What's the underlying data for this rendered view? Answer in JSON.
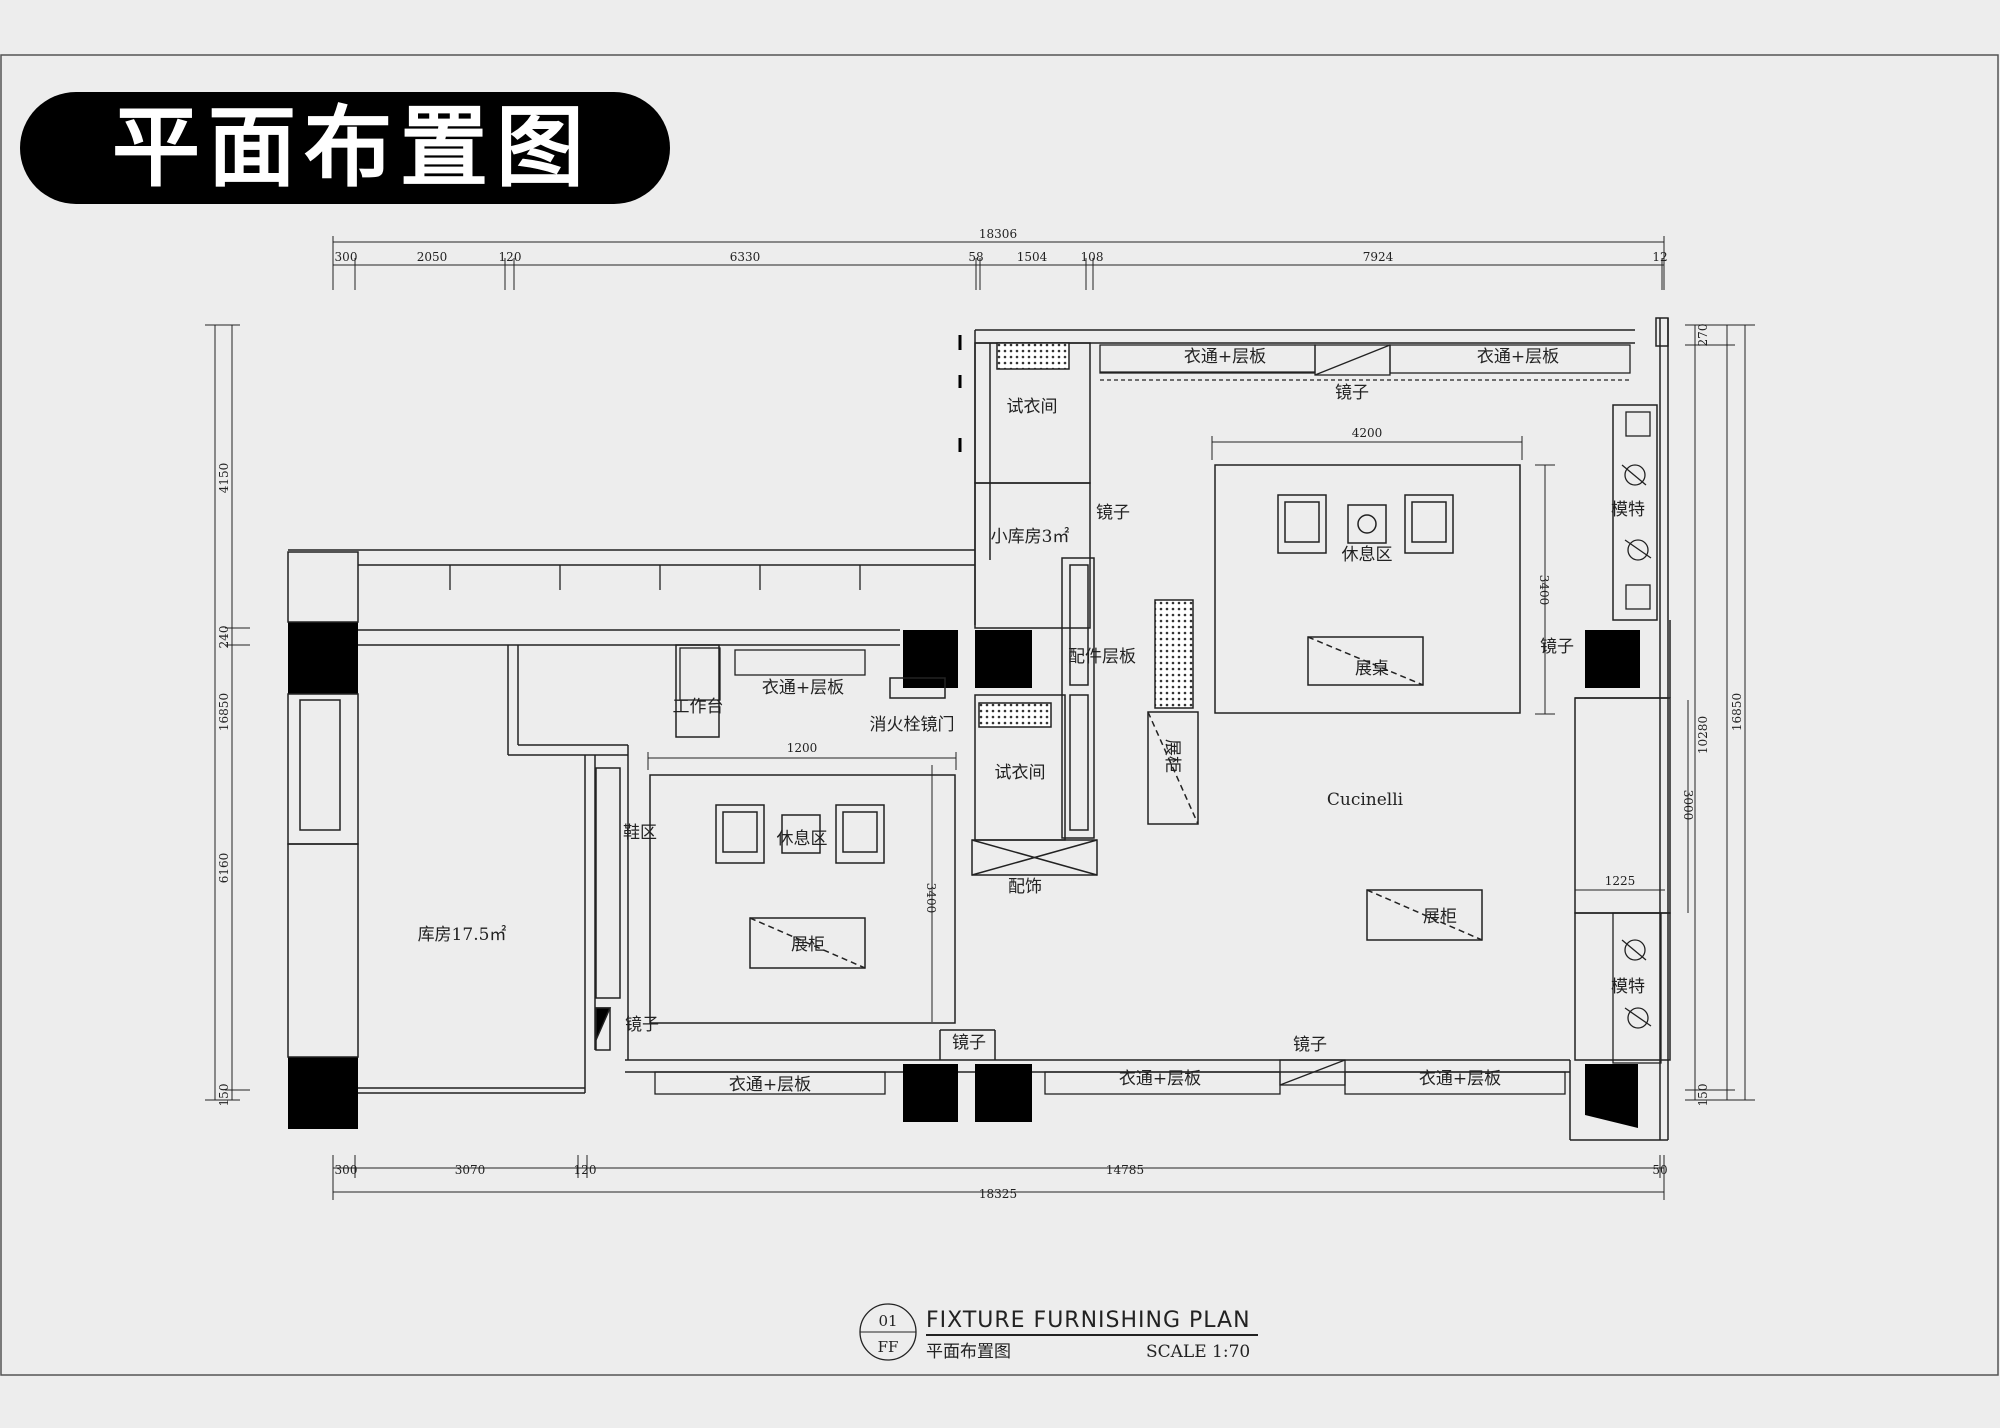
{
  "title": "平面布置图",
  "dimensions": {
    "top_total": "18306",
    "top_segments": [
      "300",
      "2050",
      "120",
      "6330",
      "58",
      "1504",
      "108",
      "7924",
      "12"
    ],
    "bottom_total": "18325",
    "bottom_segments": [
      "300",
      "3070",
      "120",
      "14785",
      "50"
    ],
    "left_total": "16850",
    "left_segments": [
      "4150",
      "240",
      "6160",
      "150"
    ],
    "right_total": "16850",
    "right_segments": [
      "270",
      "10280",
      "150"
    ],
    "lounge_right_width": "4200",
    "lounge_right_height": "3400",
    "lounge_left_width": "1200",
    "lounge_left_height": "3400",
    "column_width": "1225",
    "column_height": "3000"
  },
  "rooms": {
    "fitting_room_top": "试衣间",
    "small_storage": "小库房3㎡",
    "fitting_room_bottom": "试衣间",
    "accessories": "配饰",
    "work_table": "工作台",
    "hydrant_door": "消火栓镜门",
    "shoe_area": "鞋区",
    "storage_main": "库房17.5㎡",
    "lounge_left": "休息区",
    "lounge_right": "休息区",
    "brand": "Cucinelli"
  },
  "fixtures": {
    "rail_shelf_top_1": "衣通+层板",
    "rail_shelf_top_2": "衣通+层板",
    "rail_shelf_mid": "衣通+层板",
    "rail_shelf_bottom_1": "衣通+层板",
    "rail_shelf_bottom_2": "衣通+层板",
    "rail_shelf_bottom_3": "衣通+层板",
    "accessory_shelf": "配件层板",
    "mirror_1": "镜子",
    "mirror_2": "镜子",
    "mirror_3": "镜子",
    "mirror_4": "镜子",
    "mirror_5": "镜子",
    "mirror_6": "镜子",
    "display_table": "展桌",
    "display_cabinet_1": "展柜",
    "display_cabinet_2": "展柜",
    "display_cabinet_3": "展柜",
    "mannequin_1": "模特",
    "mannequin_2": "模特"
  },
  "title_block": {
    "number": "01",
    "code": "FF",
    "title": "FIXTURE FURNISHING PLAN",
    "subtitle": "平面布置图",
    "scale": "SCALE 1:70"
  }
}
